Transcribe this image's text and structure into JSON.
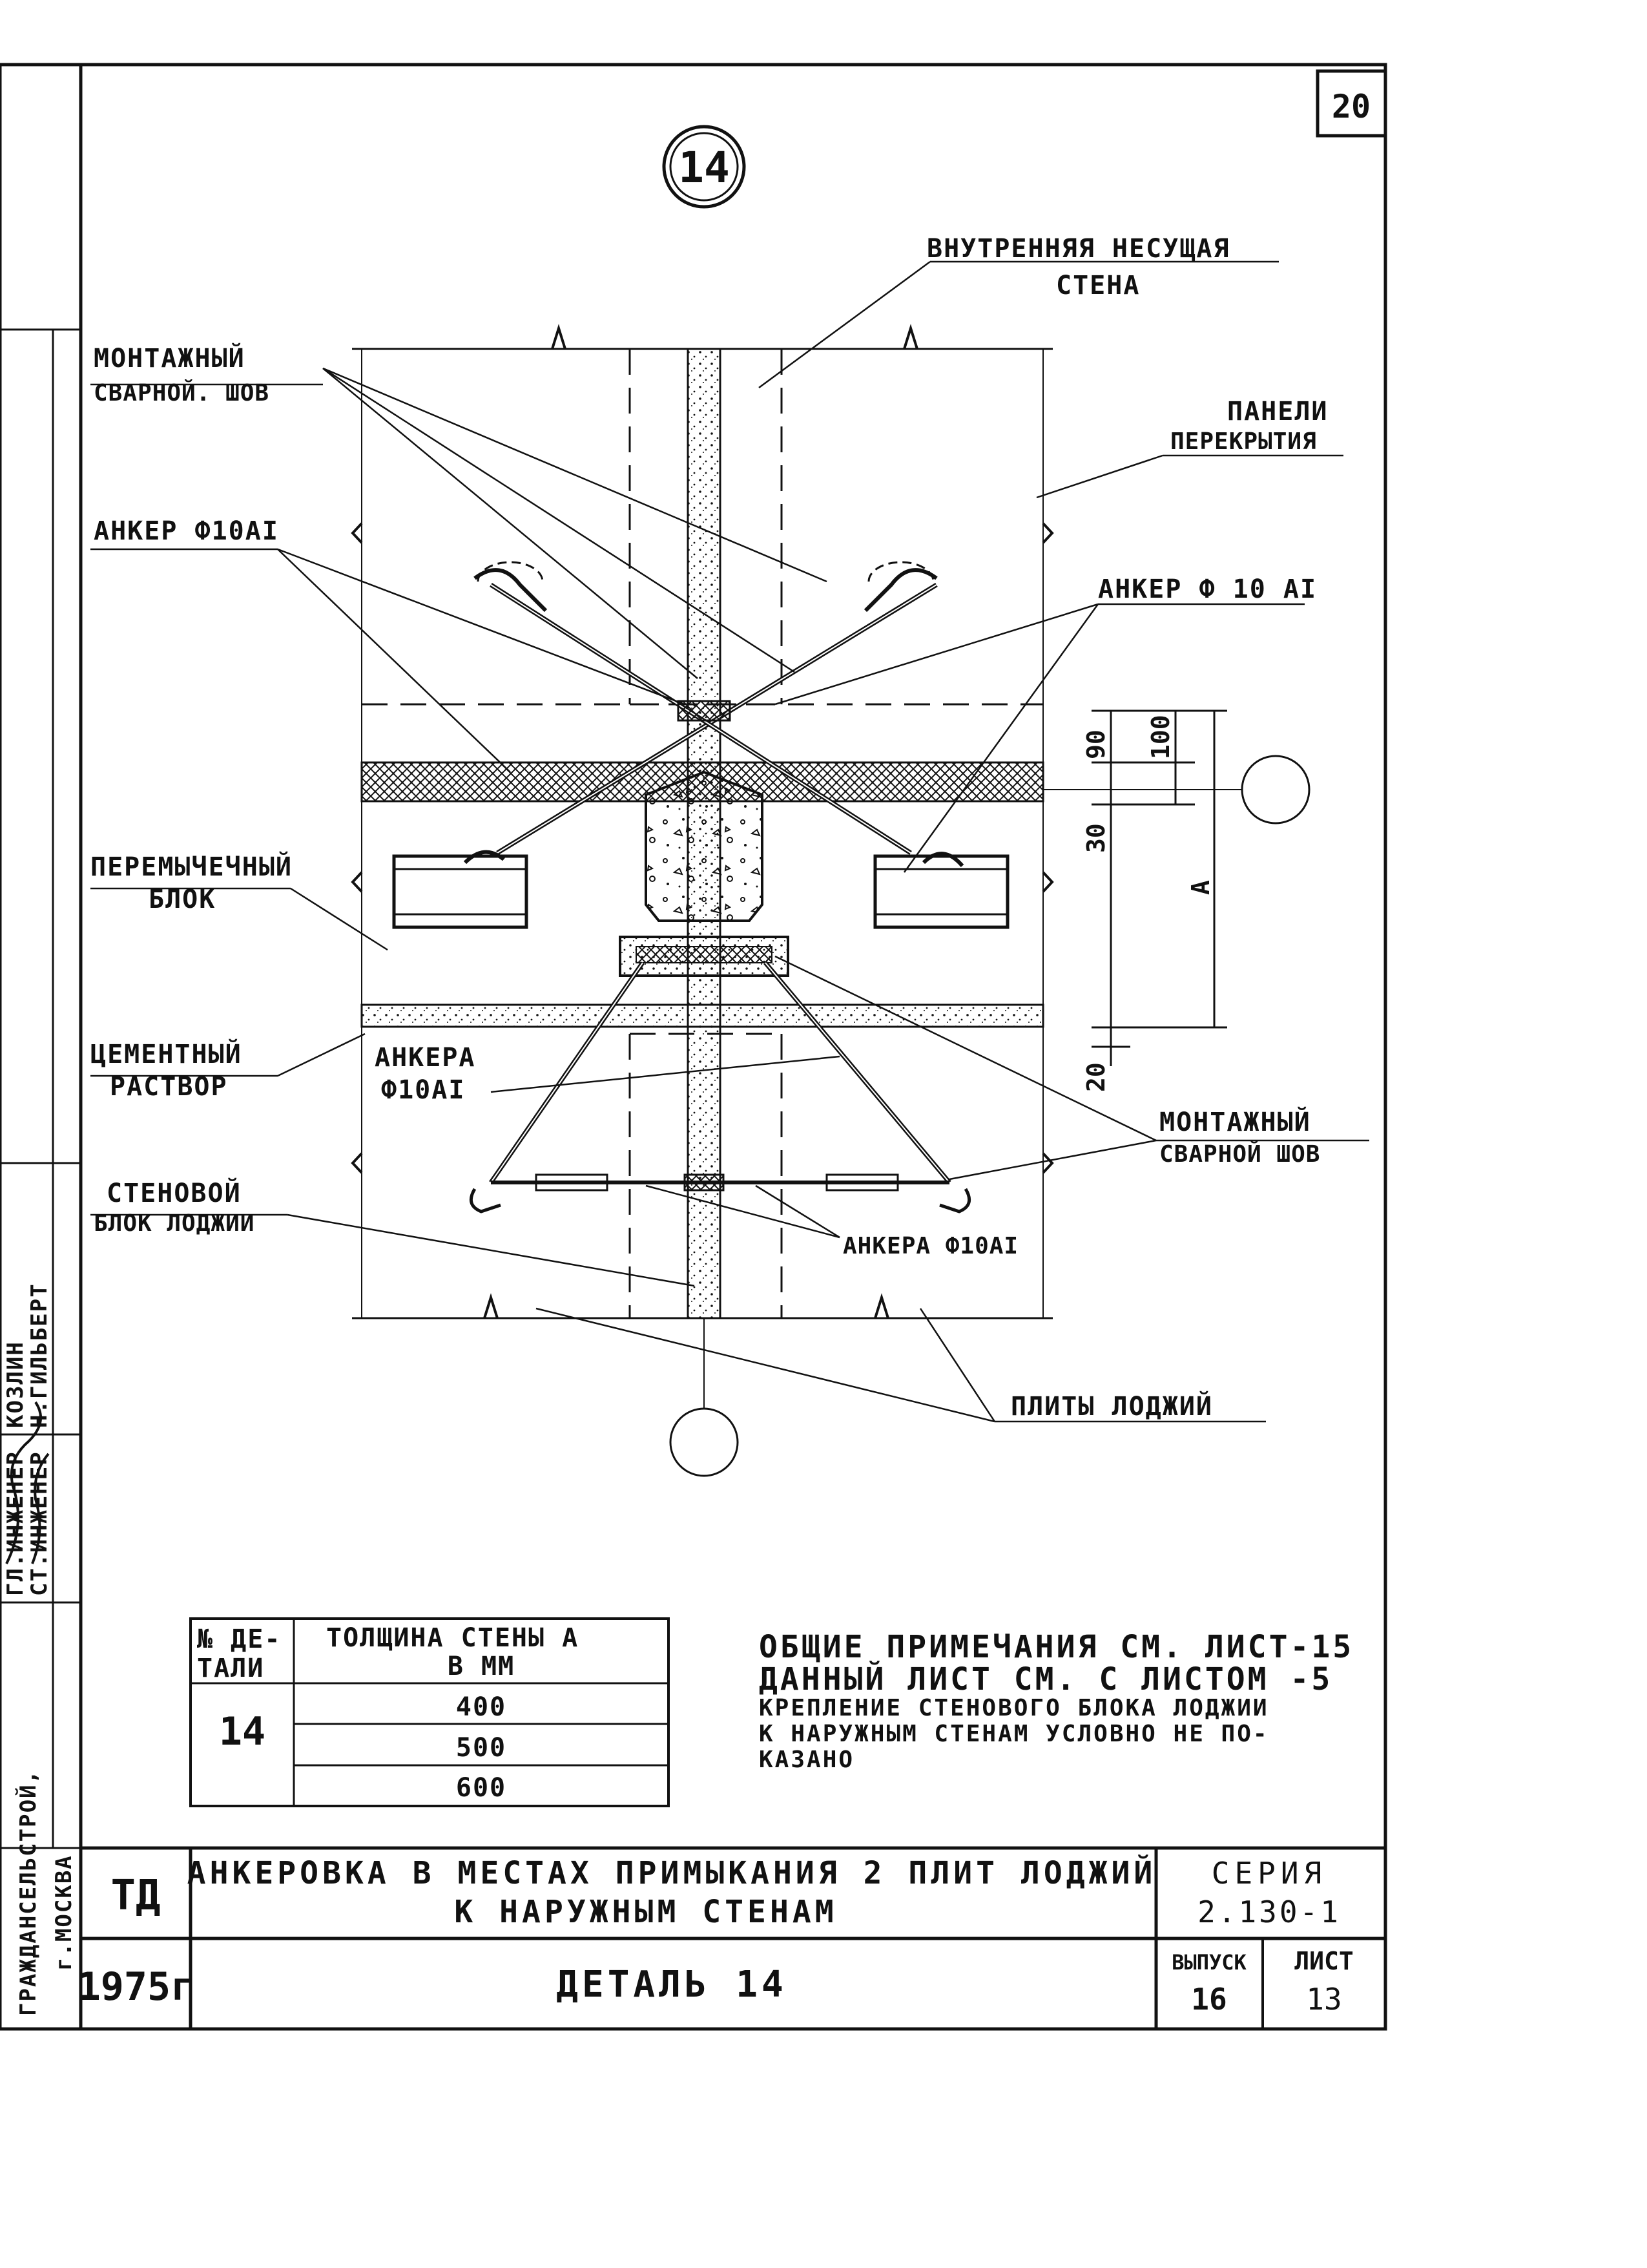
{
  "sheet": {
    "page_number": "20",
    "detail_marker": "14"
  },
  "labels": {
    "inner_wall_1": "ВНУТРЕННЯЯ НЕСУЩАЯ",
    "inner_wall_2": "СТЕНА",
    "weld_top_1": "МОНТАЖНЫЙ",
    "weld_top_2": "СВАРНОЙ. ШОВ",
    "panels_1": "ПАНЕЛИ",
    "panels_2": "ПЕРЕКРЫТИЯ",
    "anchor_left": "АНКЕР Ф10АI",
    "anchor_right": "АНКЕР Ф 10 АI",
    "lintel_1": "ПЕРЕМЫЧЕЧНЫЙ",
    "lintel_2": "БЛОК",
    "mortar_1": "ЦЕМЕНТНЫЙ",
    "mortar_2": "РАСТВОР",
    "anchors_mid_1": "АНКЕРА",
    "anchors_mid_2": "Ф10АI",
    "weld_bottom_1": "МОНТАЖНЫЙ",
    "weld_bottom_2": "СВАРНОЙ ШОВ",
    "wall_block_1": "СТЕНОВОЙ",
    "wall_block_2": "БЛОК ЛОДЖИИ",
    "anchors_bottom": "АНКЕРА Ф10АI",
    "loggia_slabs": "ПЛИТЫ ЛОДЖИЙ"
  },
  "dimensions": {
    "d90": "90",
    "d100": "100",
    "d30": "30",
    "dA": "А",
    "d20": "20"
  },
  "table": {
    "col1_header_1": "№ ДЕ-",
    "col1_header_2": "ТАЛИ",
    "col2_header_1": "ТОЛЩИНА СТЕНЫ А",
    "col2_header_2": "В ММ",
    "detail_no": "14",
    "values": [
      "400",
      "500",
      "600"
    ]
  },
  "notes": {
    "line1": "ОБЩИЕ ПРИМЕЧАНИЯ СМ. ЛИСТ-15",
    "line2": "ДАННЫЙ ЛИСТ СМ. С ЛИСТОМ -5",
    "line3": "КРЕПЛЕНИЕ СТЕНОВОГО БЛОКА ЛОДЖИИ",
    "line4": "К НАРУЖНЫМ СТЕНАМ УСЛОВНО НЕ ПО-",
    "line5": "КАЗАНО"
  },
  "title_block": {
    "code": "ТД",
    "year": "1975г",
    "title_1": "АНКЕРОВКА В МЕСТАХ ПРИМЫКАНИЯ 2 ПЛИТ ЛОДЖИЙ",
    "title_2": "К НАРУЖНЫМ СТЕНАМ",
    "subtitle": "ДЕТАЛЬ 14",
    "series_label": "СЕРИЯ",
    "series_value": "2.130-1",
    "issue_label": "ВЫПУСК",
    "issue_value": "16",
    "sheet_label": "ЛИСТ",
    "sheet_value": "13"
  },
  "sidebar": {
    "org_1": "ГРАЖДАНСЕЛЬСТРОЙ,",
    "org_2": "г.МОСКВА",
    "role_1": "ГЛ.ИНЖЕНЕР",
    "role_2": "СТ.ИНЖЕНЕР",
    "name_1": "КОЗЛИН",
    "name_2": "Н.ГИЛЬБЕРТ"
  }
}
